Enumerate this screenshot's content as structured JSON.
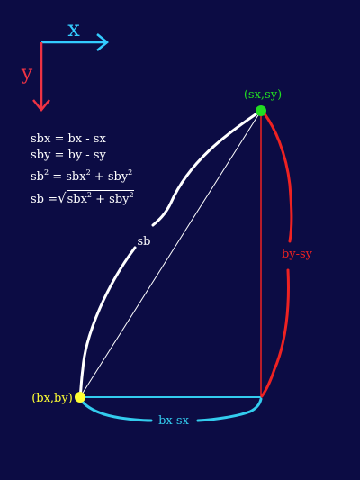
{
  "axes": {
    "x_label": "x",
    "y_label": "y",
    "x_color": "#33ccff",
    "y_color": "#ee3344"
  },
  "points": {
    "s_label": "(sx,sy)",
    "s_color": "#22dd22",
    "b_label": "(bx,by)",
    "b_color": "#ffff33"
  },
  "sides": {
    "hyp_label": "sb",
    "hyp_color": "#ffffff",
    "vert_label": "by-sy",
    "vert_color": "#ee2222",
    "horiz_label": "bx-sx",
    "horiz_color": "#33ccee"
  },
  "equations": {
    "line1": "sbx = bx - sx",
    "line2": "sby = by - sy",
    "line3_left": "sb",
    "line3_mid": " = sbx",
    "line3_mid2": " + sby",
    "line4_left": "sb =",
    "line4_a": "sbx",
    "line4_b": " + sby",
    "sup": "2"
  }
}
